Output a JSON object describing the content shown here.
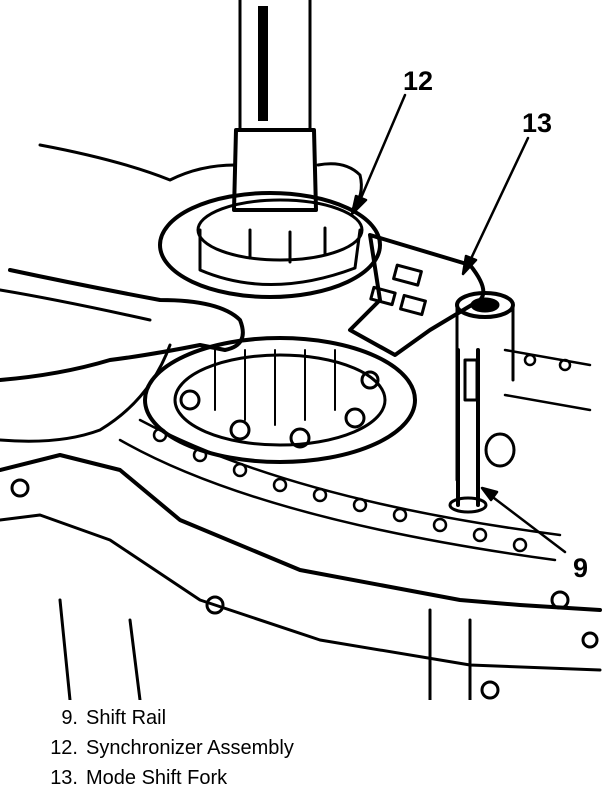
{
  "callouts": {
    "c12": "12",
    "c13": "13",
    "c9": "9"
  },
  "legend": [
    {
      "num": "9.",
      "label": "Shift Rail"
    },
    {
      "num": "12.",
      "label": "Synchronizer Assembly"
    },
    {
      "num": "13.",
      "label": "Mode Shift Fork"
    }
  ],
  "colors": {
    "ink": "#000000",
    "paper": "#ffffff"
  },
  "icons": {
    "drawing": "transmission-assembly-line-drawing"
  }
}
